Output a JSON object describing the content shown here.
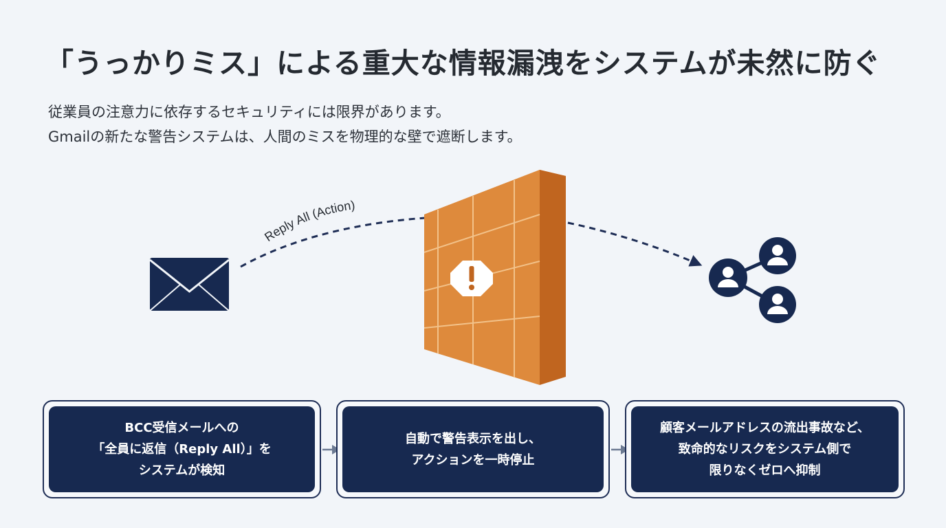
{
  "title": "「うっかりミス」による重大な情報漏洩をシステムが未然に防ぐ",
  "subtitle": [
    "従業員の注意力に依存するセキュリティには限界があります。",
    "Gmailの新たな警告システムは、人間のミスを物理的な壁で遮断します。"
  ],
  "diagram": {
    "path_label": "Reply All (Action)",
    "icons": {
      "source": "envelope-icon",
      "barrier": "firewall-wall-icon",
      "warning": "warning-octagon-icon",
      "destination": "group-recipients-icon"
    },
    "colors": {
      "navy": "#172950",
      "wall_front": "#de8a3c",
      "wall_side": "#c0651f",
      "wall_top": "#e49851",
      "wall_grid": "#f2c28a",
      "dash_line": "#1e2d55"
    }
  },
  "steps": [
    {
      "text": "BCC受信メールへの\n「全員に返信（Reply All）」を\nシステムが検知"
    },
    {
      "text": "自動で警告表示を出し、\nアクションを一時停止"
    },
    {
      "text": "顧客メールアドレスの流出事故など、\n致命的なリスクをシステム側で\n限りなくゼロへ抑制"
    }
  ]
}
